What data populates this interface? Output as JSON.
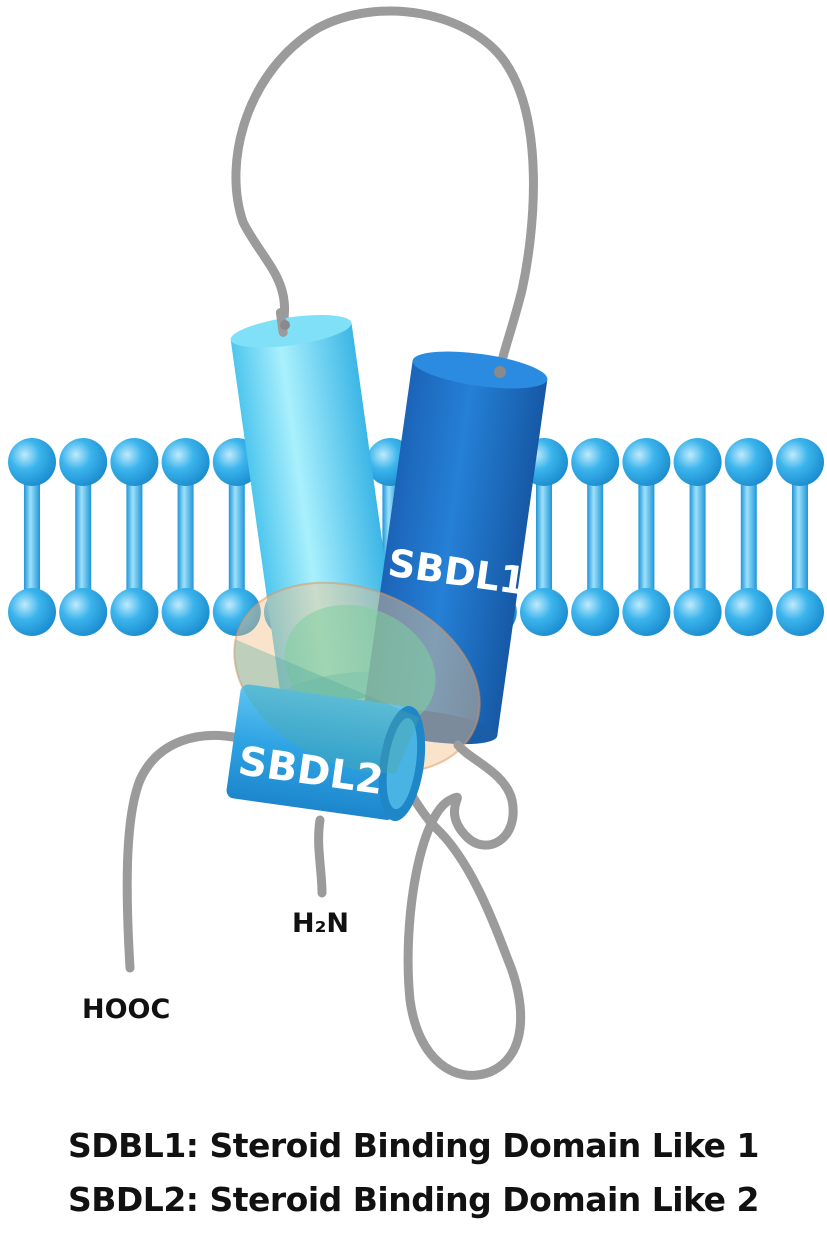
{
  "labels": {
    "helix1": "SBDL1",
    "helix2": "SBDL2",
    "n_terminus": "H₂N",
    "c_terminus": "HOOC"
  },
  "legend": {
    "line1": "SDBL1: Steroid Binding Domain Like 1",
    "line2": "SBDL2: Steroid Binding Domain Like 2"
  },
  "membrane": {
    "heads_per_row": 16
  },
  "colors": {
    "lipid_head": "#2ea8e6",
    "helix_light": "#5fd3f2",
    "helix_dark": "#1a6fc6",
    "helix2": "#3aaee8",
    "chain": "#9b9b9b",
    "binding_site": "#f5c38a"
  }
}
